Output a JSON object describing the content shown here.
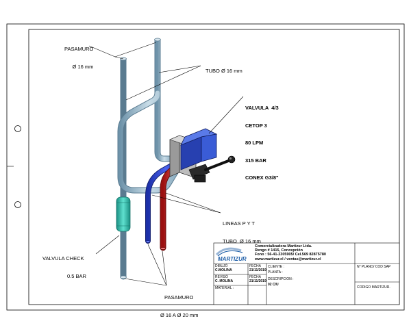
{
  "labels": {
    "pasamuro_top_1": "PASAMURO",
    "pasamuro_top_2": "Ø 16 mm",
    "tubo_top": "TUBO Ø 16 mm",
    "valvula_1": "VALVULA  4/3",
    "valvula_2": "CETOP 3",
    "valvula_3": "80 LPM",
    "valvula_4": "315 BAR",
    "valvula_5": "CONEX G3/8\"",
    "lineas_1": "LINEAS P Y T",
    "lineas_2": "TUBO  Ø 16 mm",
    "check_1": "VALVULA CHECK",
    "check_2": "0.5 BAR",
    "pasamuro_bot_1": "PASAMURO",
    "pasamuro_bot_2": "Ø 16 A Ø 20 mm"
  },
  "title_block": {
    "company_name": "Comercializadora Martizur Ltda.",
    "address": "Rengo # 1415,  Concepción",
    "phone": "Fono : 56-41-2305905/ Cel.569 82875780",
    "web": "www.martizur.cl   /   ventas@martizur.cl",
    "logo_text": "MARTIZUR",
    "dibujo_label": "DIBUJÓ",
    "dibujo_value": "C.MOLINA",
    "fecha1_label": "FECHA",
    "fecha1_value": "21/11/2019",
    "reviso_label": "REVISÓ",
    "reviso_value": "C. MOLINA",
    "fecha2_label": "FECHA",
    "fecha2_value": "21/11/2019",
    "material_label": "MATERIAL :",
    "cliente_label": "CLIENTE :",
    "planta_label": "PLANTA :",
    "descripcion_label": "DESCRIPCION :",
    "descripcion_value": "02 C/U",
    "plano_label": "N° PLANO/ COD SAP",
    "codigo_label": "CODIGO MARTIZUR."
  },
  "colors": {
    "pipe_steel": "#8fb3c8",
    "line_blue": "#2a3fd4",
    "line_red": "#c81e1e",
    "valve_blue": "#2f55c8",
    "check_teal": "#2fb8a8",
    "logo_blue": "#1f5fa8"
  }
}
